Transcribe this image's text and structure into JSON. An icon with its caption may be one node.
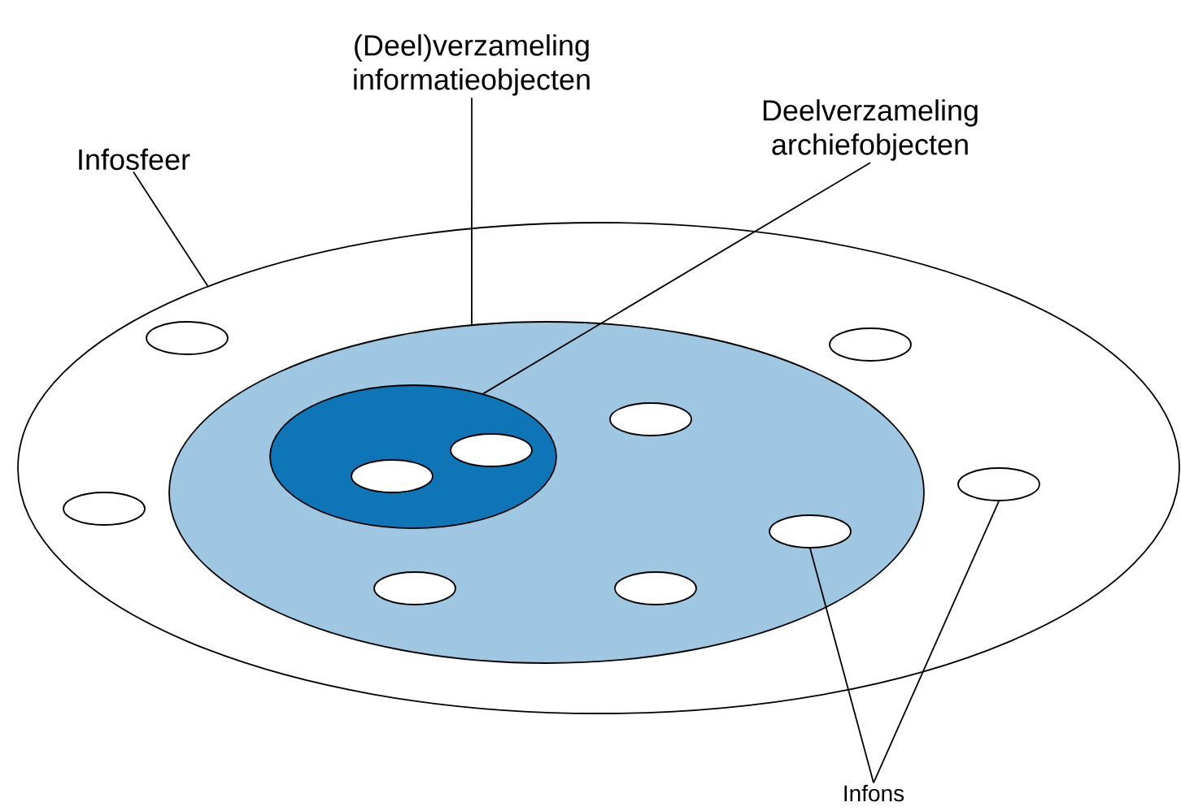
{
  "diagram": {
    "nodes": [
      {
        "text": [
          "Infosfeer"
        ]
      },
      {
        "text": [
          "(Deel)verzameling informatieobjecten"
        ]
      },
      {
        "text": [
          "Deelverzameling archiefobjecten"
        ]
      },
      {
        "text": [],
        "shape": "ellipse"
      },
      {
        "text": [],
        "shape": "ellipse",
        "in": 3
      },
      {
        "text": [],
        "shape": "ellipse",
        "in": 4
      },
      {
        "text": [],
        "shape": "ellipse",
        "in": 3
      },
      {
        "text": [],
        "shape": "ellipse",
        "in": 3
      },
      {
        "text": [],
        "shape": "ellipse",
        "in": 4
      },
      {
        "text": [],
        "shape": "ellipse",
        "in": 5
      },
      {
        "text": [],
        "shape": "ellipse",
        "in": 5
      },
      {
        "text": [],
        "shape": "ellipse",
        "in": 3
      },
      {
        "text": [],
        "shape": "ellipse",
        "in": 3
      },
      {
        "text": [],
        "shape": "ellipse",
        "in": 4
      },
      {
        "text": [],
        "shape": "ellipse",
        "in": 4
      },
      {
        "text": [],
        "shape": "ellipse",
        "in": 4
      },
      {
        "text": [
          "Infons"
        ]
      }
    ],
    "edges": [
      {
        "from": 0,
        "to": 3,
        "arrow": "none"
      },
      {
        "from": 1,
        "to": 4,
        "arrow": "none"
      },
      {
        "from": 2,
        "to": 5,
        "arrow": "none"
      },
      {
        "from": 16,
        "to": 13,
        "arrow": "none"
      },
      {
        "from": 16,
        "to": 12,
        "arrow": "none"
      }
    ]
  }
}
